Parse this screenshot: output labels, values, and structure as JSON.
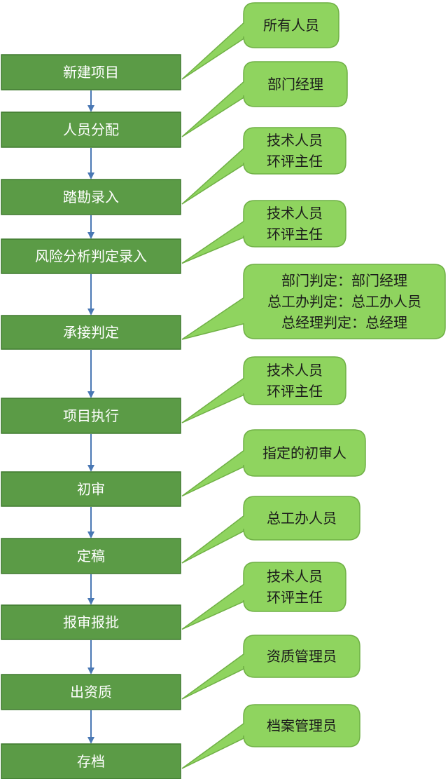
{
  "steps": [
    {
      "label": "新建项目",
      "role_lines": [
        "所有人员"
      ]
    },
    {
      "label": "人员分配",
      "role_lines": [
        "部门经理"
      ]
    },
    {
      "label": "踏勘录入",
      "role_lines": [
        "技术人员",
        "环评主任"
      ]
    },
    {
      "label": "风险分析判定录入",
      "role_lines": [
        "技术人员",
        "环评主任"
      ]
    },
    {
      "label": "承接判定",
      "role_lines": [
        "部门判定：部门经理",
        "总工办判定：总工办人员",
        "总经理判定：总经理"
      ]
    },
    {
      "label": "项目执行",
      "role_lines": [
        "技术人员",
        "环评主任"
      ]
    },
    {
      "label": "初审",
      "role_lines": [
        "指定的初审人"
      ]
    },
    {
      "label": "定稿",
      "role_lines": [
        "总工办人员"
      ]
    },
    {
      "label": "报审报批",
      "role_lines": [
        "技术人员",
        "环评主任"
      ]
    },
    {
      "label": "出资质",
      "role_lines": [
        "资质管理员"
      ]
    },
    {
      "label": "存档",
      "role_lines": [
        "档案管理员"
      ]
    }
  ],
  "colors": {
    "step_fill": "#5b9b46",
    "step_stroke": "#3f7a2f",
    "step_text": "#ffffff",
    "callout_fill": "#8fd45f",
    "callout_stroke": "#6fb045",
    "callout_text": "#1a1a1a",
    "arrow": "#4a78b4"
  }
}
